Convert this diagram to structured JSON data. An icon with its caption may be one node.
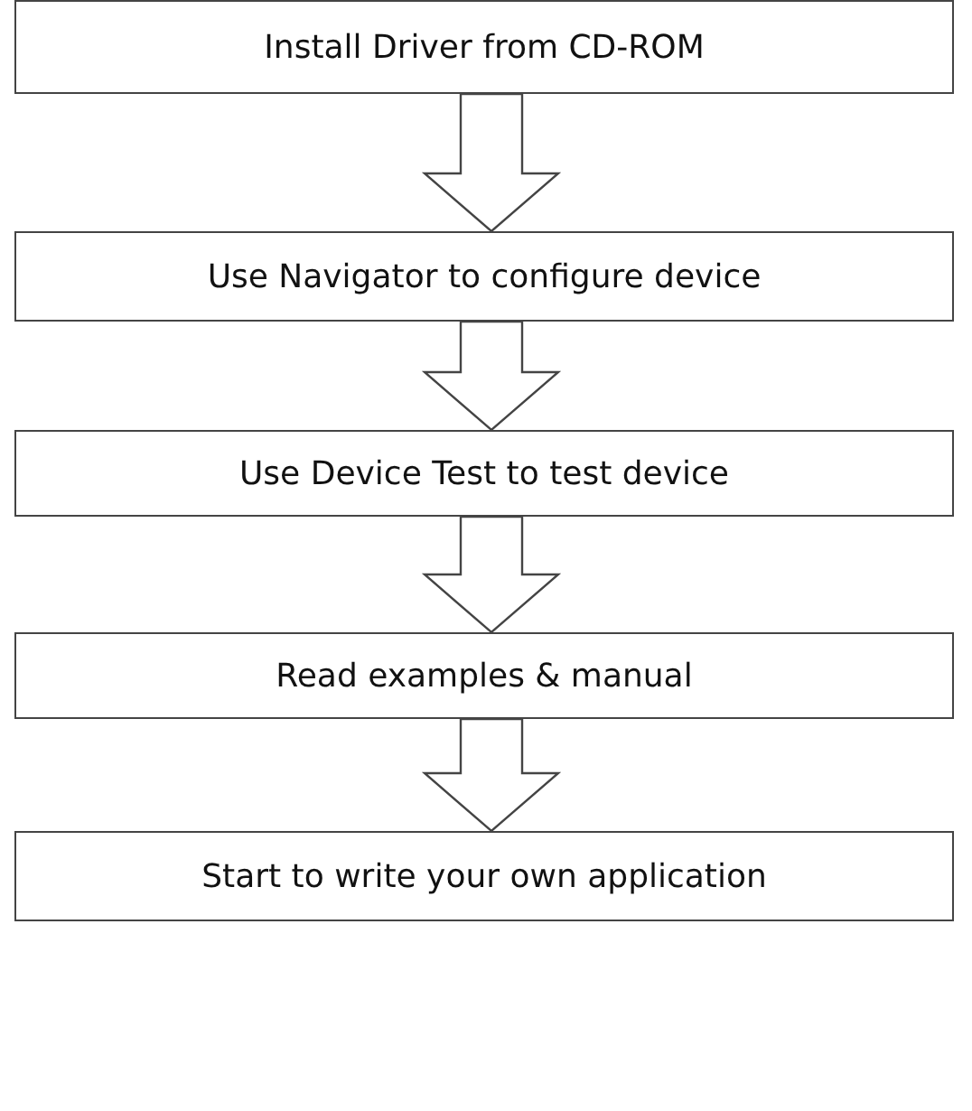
{
  "diagram": {
    "nodes": [
      {
        "text": [
          "Install Driver from CD-ROM"
        ]
      },
      {
        "text": [
          "Use Navigator to configure device"
        ]
      },
      {
        "text": [
          "Use Device Test to test device"
        ]
      },
      {
        "text": [
          "Read examples & manual"
        ]
      },
      {
        "text": [
          "Start to write your own application"
        ]
      }
    ],
    "edges": [
      {
        "from": 0,
        "to": 1,
        "arrow": "to"
      },
      {
        "from": 1,
        "to": 2,
        "arrow": "to"
      },
      {
        "from": 2,
        "to": 3,
        "arrow": "to"
      },
      {
        "from": 3,
        "to": 4,
        "arrow": "to"
      }
    ]
  }
}
